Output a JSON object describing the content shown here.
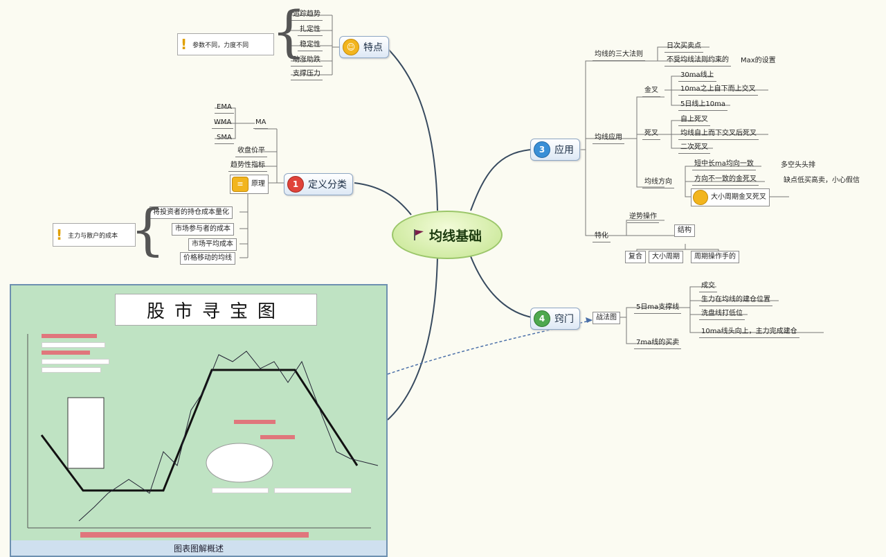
{
  "central": {
    "label": "均线基础",
    "icon": "flag-icon"
  },
  "branches": {
    "features": {
      "label": "特点",
      "icon": "smiley-icon"
    },
    "definition": {
      "label": "定义分类",
      "icon": "one-number-icon"
    },
    "application": {
      "label": "应用",
      "icon": "three-number-icon"
    },
    "trick": {
      "label": "窍门",
      "icon": "four-number-icon"
    }
  },
  "features": {
    "items": [
      "追踪趋势",
      "扎定性",
      "稳定性",
      "助涨助跌",
      "支撑压力"
    ],
    "note": "参数不同，力度不同"
  },
  "definition": {
    "types": [
      "EMA",
      "WMA",
      "SMA"
    ],
    "types_parent": "MA",
    "items": [
      "收盘价平",
      "趋势性指标"
    ],
    "tail_label": "原理",
    "sub_items": [
      "将投资者的持仓成本量化",
      "市场参与者的成本",
      "市场平均成本",
      "价格移动的均线"
    ],
    "note": "主力与散户的成本"
  },
  "application": {
    "entry": {
      "label": "均线的三大法则",
      "items": [
        "日次买卖点",
        "不受均线法则约束的",
        "Max的设置"
      ]
    },
    "trend": {
      "label": "均线应用",
      "cross": {
        "label": "金叉",
        "items": [
          "30ma线上",
          "10ma之上自下而上交叉",
          "5日线上10ma"
        ]
      },
      "dead": {
        "label": "死叉",
        "items": [
          "自上死叉",
          "均线自上而下交叉后死叉",
          "二次死叉"
        ]
      },
      "arrangement": {
        "label": "均线方向",
        "items": [
          "短中长ma均向一致",
          "方向不一致的金死叉",
          "大小周期金叉死叉"
        ],
        "right_items": [
          "多空头头排",
          "缺点低买高卖，小心假信"
        ]
      }
    },
    "special": {
      "label": "特化",
      "top": "逆势操作",
      "middle": "结构",
      "bottom": [
        "复合",
        "大小周期",
        "周期操作手的"
      ]
    }
  },
  "trick": {
    "label": "战法图",
    "first": {
      "label": "5日ma支撑线",
      "items": [
        "成交",
        "生力在均线的建仓位置",
        "洗盘线打低位",
        "10ma线头向上，主力完成建仓"
      ]
    },
    "second": {
      "label": "7ma线的买卖"
    }
  },
  "treasure_map": {
    "title": "股市寻宝图",
    "caption": "图表图解概述"
  },
  "colors": {
    "branch_line": "#374a5f",
    "central_fill": "#c4e58f",
    "panel_bg": "#bfe3c3",
    "accent_red": "#cc2b2b"
  }
}
